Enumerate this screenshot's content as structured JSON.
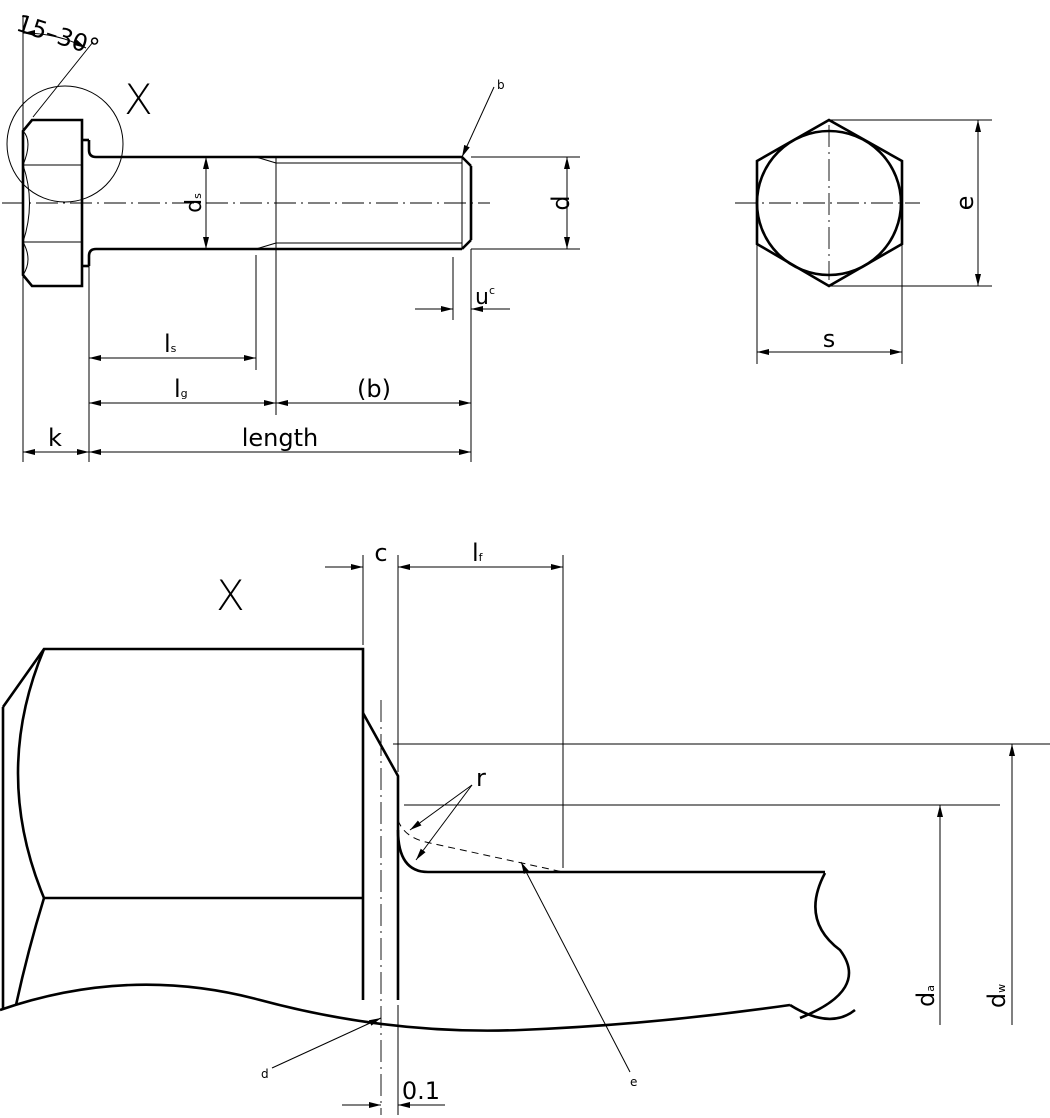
{
  "labels": {
    "angle": "15–30°",
    "detail_ref": "X",
    "note_b": "b",
    "d": "d",
    "ds": "d",
    "ds_sub": "s",
    "u_main": "u",
    "u_sup": "c",
    "ls_main": "l",
    "ls_sub": "s",
    "lg_main": "l",
    "lg_sub": "g",
    "b_paren": "(b)",
    "k": "k",
    "length": "length",
    "e": "e",
    "s": "s",
    "detail_title": "X",
    "c": "c",
    "lf_main": "l",
    "lf_sub": "f",
    "r": "r",
    "da_main": "d",
    "da_sub": "a",
    "dw_main": "d",
    "dw_sub": "w",
    "note_d": "d",
    "note_e": "e",
    "dim_01": "0.1"
  }
}
